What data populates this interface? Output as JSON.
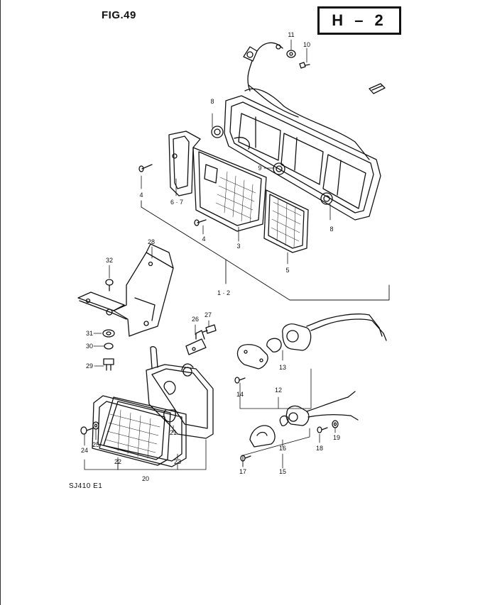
{
  "figure_label": "FIG.49",
  "section_code": "H – 2",
  "model_code": "SJ410  E1",
  "callouts": {
    "c1_2": "1 · 2",
    "c3": "3",
    "c4a": "4",
    "c4b": "4",
    "c5": "5",
    "c6_7": "6 · 7",
    "c8a": "8",
    "c8b": "8",
    "c9": "9",
    "c10": "10",
    "c11": "11",
    "c12": "12",
    "c13": "13",
    "c14": "14",
    "c15": "15",
    "c16": "16",
    "c17": "17",
    "c18": "18",
    "c19": "19",
    "c20": "20",
    "c21": "21",
    "c22": "22",
    "c23": "23",
    "c24": "24",
    "c25": "25",
    "c26": "26",
    "c27": "27",
    "c28": "28",
    "c29": "29",
    "c30": "30",
    "c31": "31",
    "c32": "32"
  }
}
